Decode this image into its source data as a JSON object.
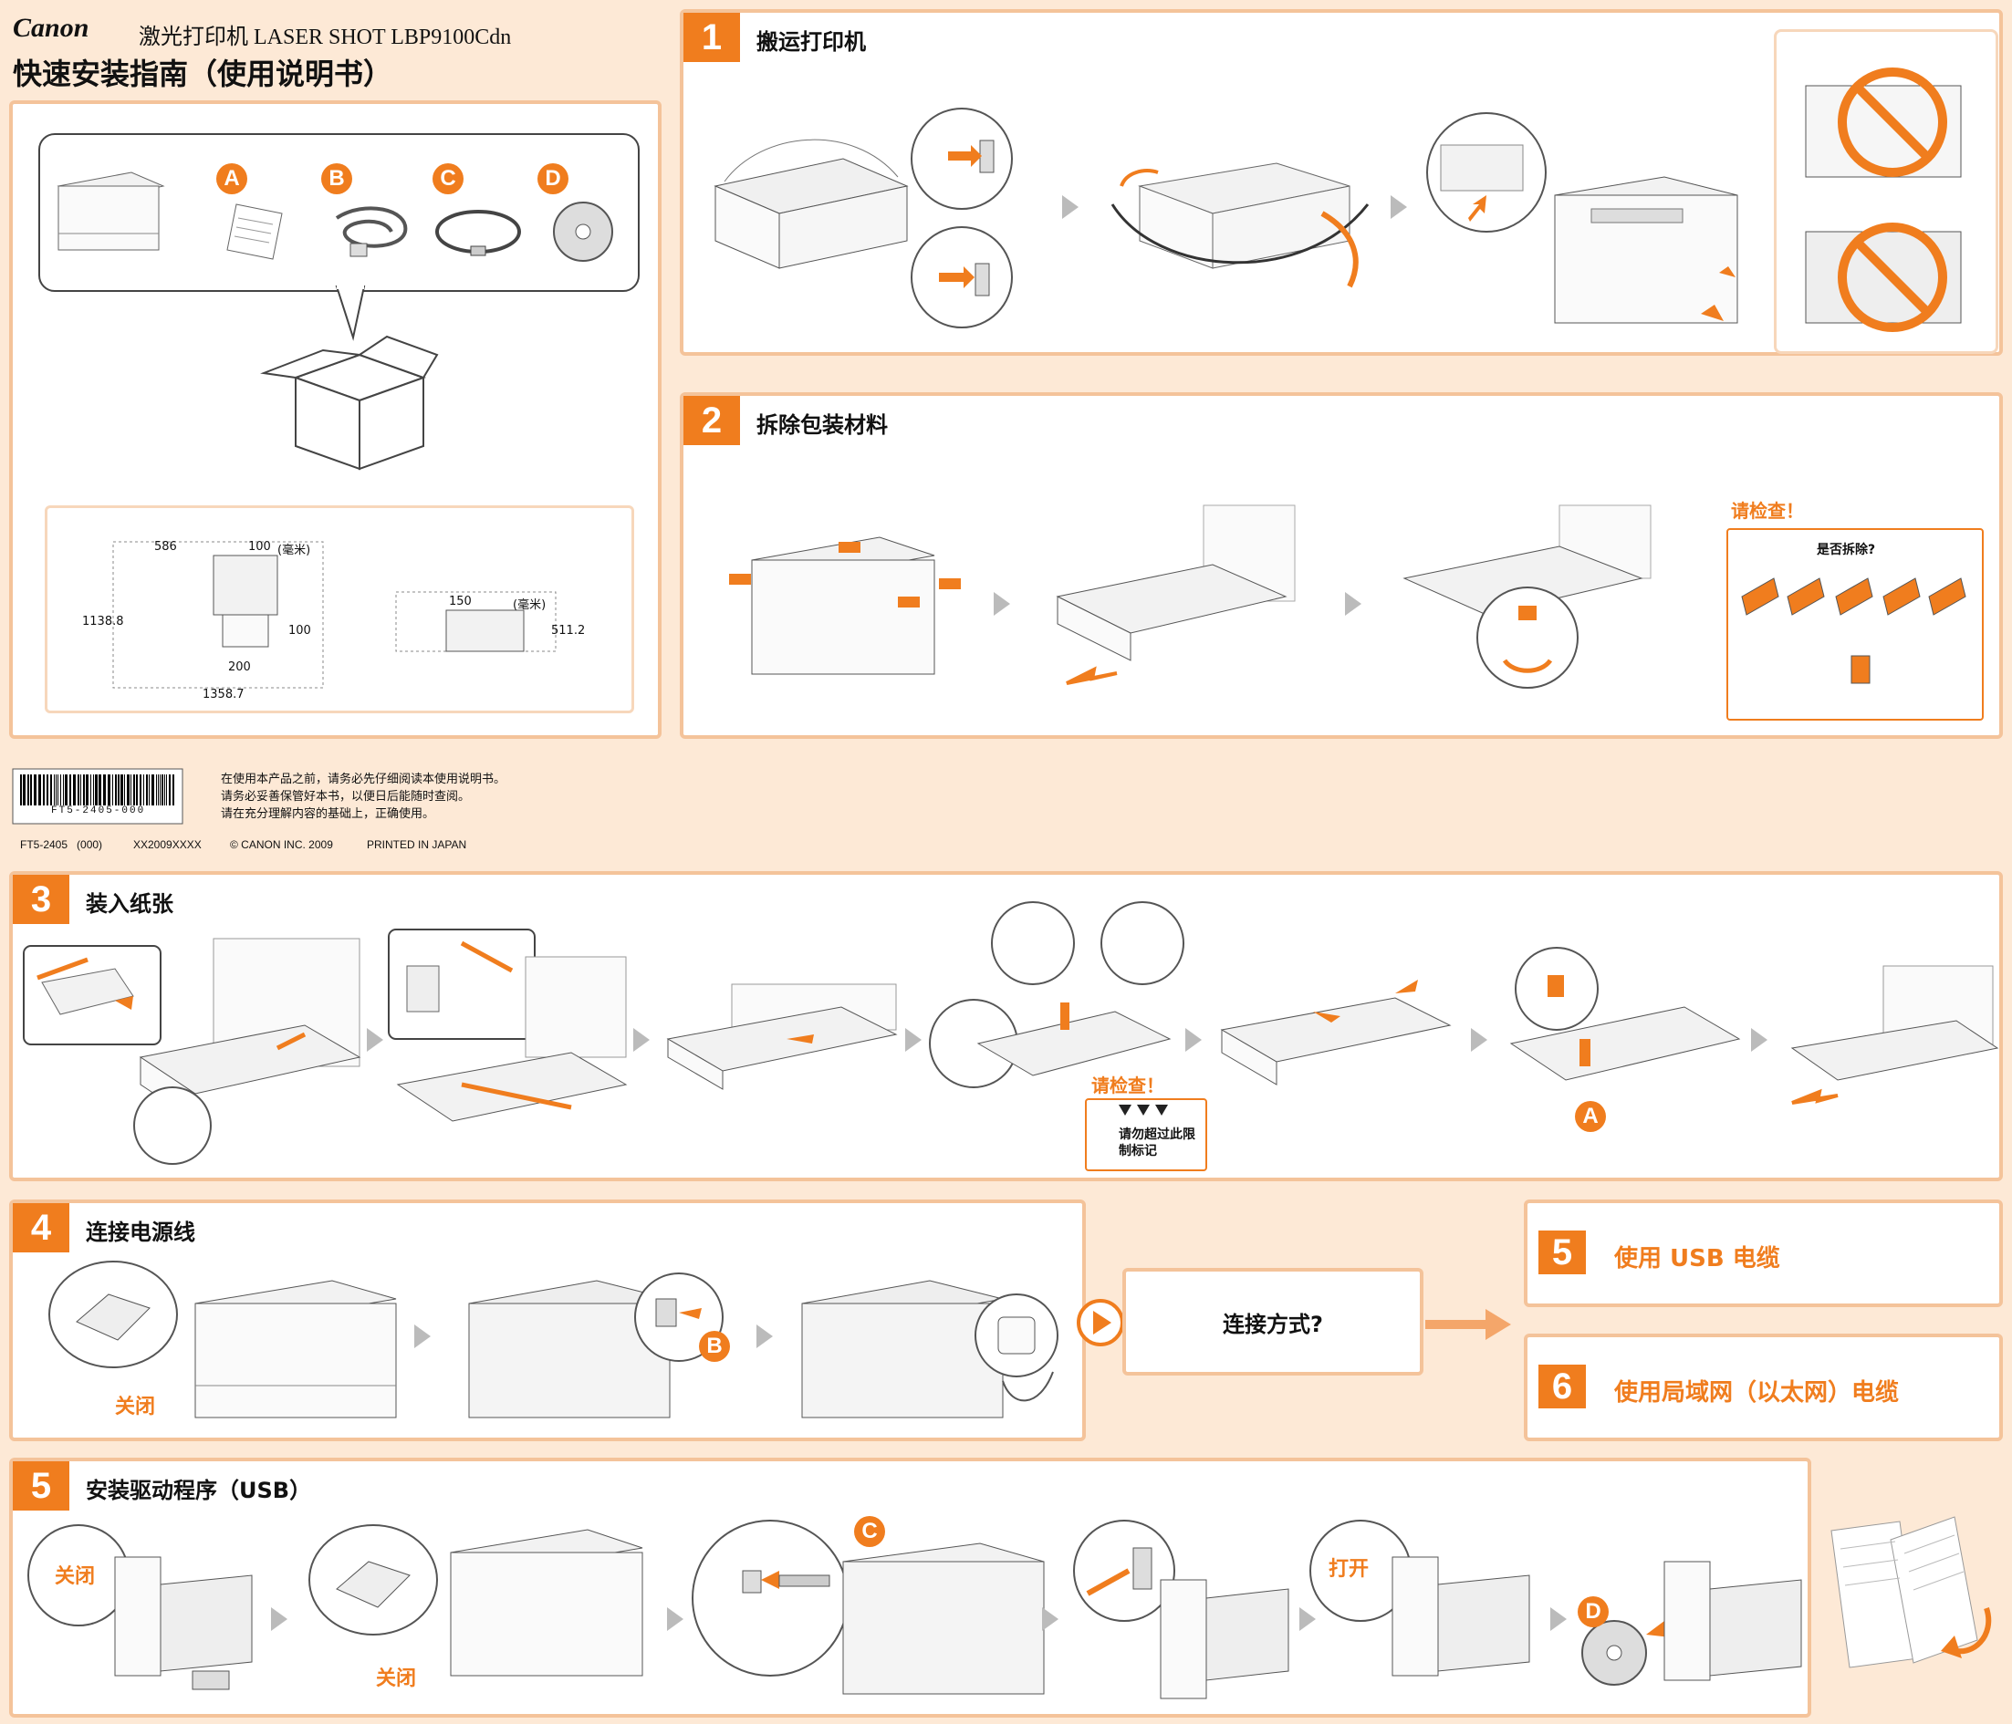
{
  "header": {
    "brand": "Canon",
    "product": "激光打印机  LASER SHOT  LBP9100Cdn",
    "title": "快速安装指南（使用说明书）"
  },
  "contents": {
    "items": [
      "A",
      "B",
      "C",
      "D"
    ],
    "dims_unit": "(毫米)",
    "dims": [
      "586",
      "100",
      "1138.8",
      "100",
      "200",
      "1358.7",
      "150",
      "511.2"
    ]
  },
  "footer": {
    "barcode_text": "FT5-2405-000",
    "notes": [
      "在使用本产品之前，请务必先仔细阅读本使用说明书。",
      "请务必妥善保管好本书，以便日后能随时查阅。",
      "请在充分理解内容的基础上，正确使用。"
    ],
    "codes": [
      "FT5-2405   (000)",
      "XX2009XXXX",
      "© CANON INC. 2009",
      "PRINTED IN JAPAN"
    ]
  },
  "steps": {
    "s1": {
      "num": "1",
      "title": "搬运打印机"
    },
    "s2": {
      "num": "2",
      "title": "拆除包装材料",
      "check": "请检查！",
      "question": "是否拆除?"
    },
    "s3": {
      "num": "3",
      "title": "装入纸张",
      "check": "请检查！",
      "note": "请勿超过此限制标记",
      "letter": "A"
    },
    "s4": {
      "num": "4",
      "title": "连接电源线",
      "close": "关闭",
      "letter": "B",
      "connect_q": "连接方式?"
    },
    "s5opt": {
      "num": "5",
      "title": "使用 USB 电缆"
    },
    "s6opt": {
      "num": "6",
      "title": "使用局域网（以太网）电缆"
    },
    "s5": {
      "num": "5",
      "title": "安装驱动程序（USB）",
      "close1": "关闭",
      "close2": "关闭",
      "open": "打开",
      "letterC": "C",
      "letterD": "D"
    }
  }
}
